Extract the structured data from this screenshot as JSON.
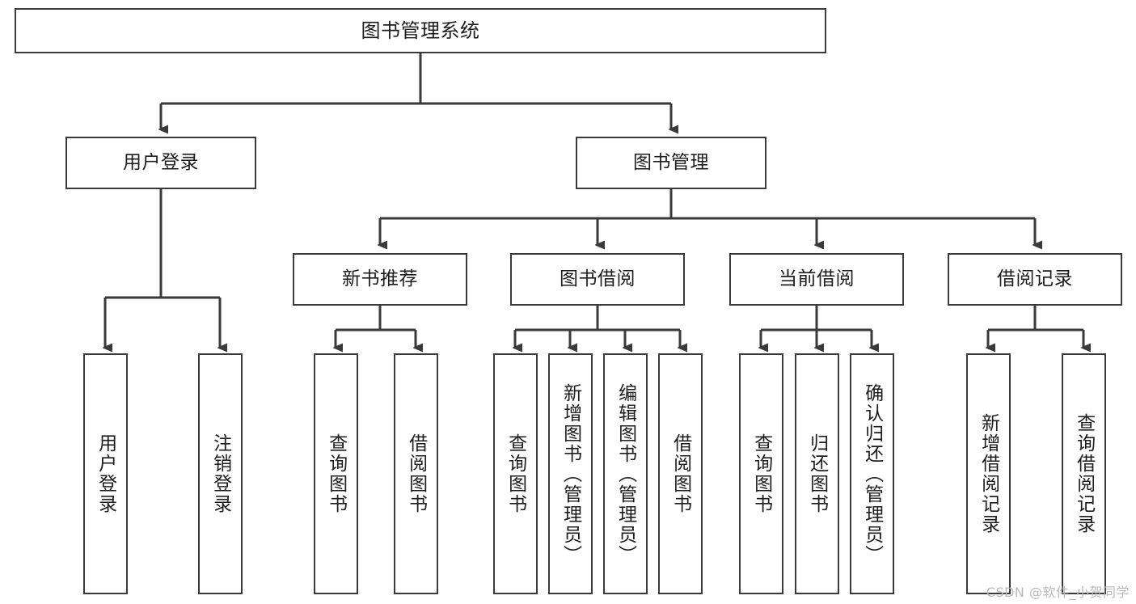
{
  "diagram": {
    "type": "tree",
    "title": "图书管理系统",
    "background_color": "#ffffff",
    "line_color": "#3a3a3a",
    "text_color": "#1d1d1d",
    "watermark": "CSDN @软件_小贺同学",
    "watermark_color": "#b9b9b9"
  },
  "nodes": {
    "root": {
      "label": "图书管理系统"
    },
    "level1": [
      {
        "label": "用户登录"
      },
      {
        "label": "图书管理"
      }
    ],
    "level2": [
      {
        "label": "新书推荐"
      },
      {
        "label": "图书借阅"
      },
      {
        "label": "当前借阅"
      },
      {
        "label": "借阅记录"
      }
    ],
    "leaves": {
      "user_login": [
        {
          "label": "用户登录"
        },
        {
          "label": "注销登录"
        }
      ],
      "new_book": [
        {
          "label": "查询图书"
        },
        {
          "label": "借阅图书"
        }
      ],
      "book_borrow": [
        {
          "label": "查询图书"
        },
        {
          "label": "新增图书（管理员）"
        },
        {
          "label": "编辑图书（管理员）"
        },
        {
          "label": "借阅图书"
        }
      ],
      "current_borrow": [
        {
          "label": "查询图书"
        },
        {
          "label": "归还图书"
        },
        {
          "label": "确认归还（管理员）"
        }
      ],
      "borrow_record": [
        {
          "label": "新增借阅记录"
        },
        {
          "label": "查询借阅记录"
        }
      ]
    }
  }
}
